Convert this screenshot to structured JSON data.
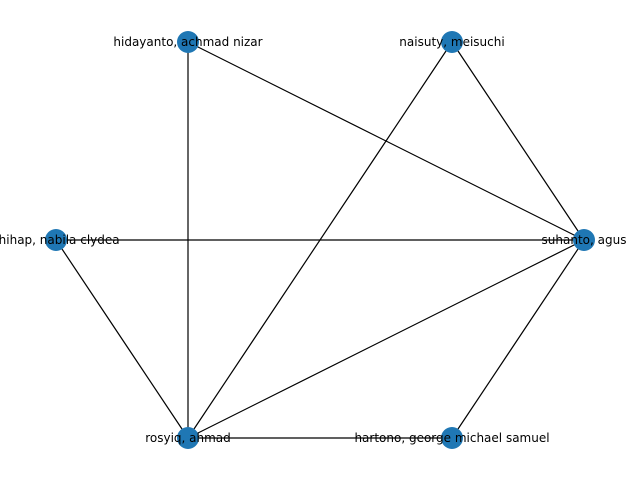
{
  "graph": {
    "node_color": "#1f77b4",
    "edge_color": "#000000",
    "nodes": [
      {
        "id": "hidayanto",
        "label": "hidayanto, achmad nizar"
      },
      {
        "id": "naisuty",
        "label": "naisuty, meisuchi"
      },
      {
        "id": "nabila",
        "label": "shihap, nabila clydea"
      },
      {
        "id": "suhanto",
        "label": "suhanto, agus"
      },
      {
        "id": "rosyiq",
        "label": "rosyiq, ahmad"
      },
      {
        "id": "hartono",
        "label": "hartono, george michael samuel"
      }
    ],
    "edges": [
      [
        "hidayanto",
        "suhanto"
      ],
      [
        "hidayanto",
        "rosyiq"
      ],
      [
        "naisuty",
        "suhanto"
      ],
      [
        "naisuty",
        "rosyiq"
      ],
      [
        "nabila",
        "suhanto"
      ],
      [
        "nabila",
        "rosyiq"
      ],
      [
        "suhanto",
        "rosyiq"
      ],
      [
        "suhanto",
        "hartono"
      ],
      [
        "rosyiq",
        "hartono"
      ]
    ]
  }
}
